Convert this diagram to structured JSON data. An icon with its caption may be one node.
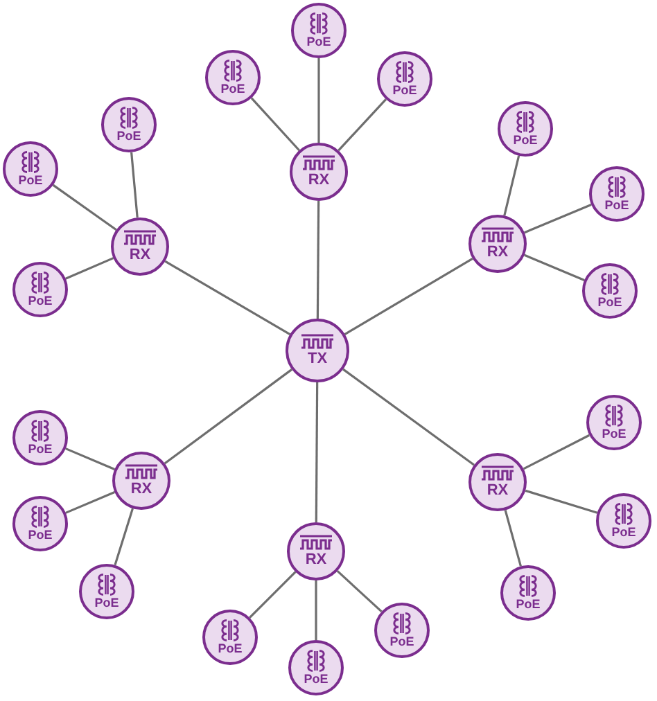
{
  "diagram": {
    "nodes": [
      {
        "text": [
          "TX"
        ]
      },
      {
        "text": [
          "RX"
        ]
      },
      {
        "text": [
          "PoE"
        ]
      },
      {
        "text": [
          "PoE"
        ]
      },
      {
        "text": [
          "PoE"
        ]
      },
      {
        "text": [
          "RX"
        ]
      },
      {
        "text": [
          "PoE"
        ]
      },
      {
        "text": [
          "PoE"
        ]
      },
      {
        "text": [
          "PoE"
        ]
      },
      {
        "text": [
          "RX"
        ]
      },
      {
        "text": [
          "PoE"
        ]
      },
      {
        "text": [
          "PoE"
        ]
      },
      {
        "text": [
          "PoE"
        ]
      },
      {
        "text": [
          "RX"
        ]
      },
      {
        "text": [
          "PoE"
        ]
      },
      {
        "text": [
          "PoE"
        ]
      },
      {
        "text": [
          "PoE"
        ]
      },
      {
        "text": [
          "RX"
        ]
      },
      {
        "text": [
          "PoE"
        ]
      },
      {
        "text": [
          "PoE"
        ]
      },
      {
        "text": [
          "PoE"
        ]
      },
      {
        "text": [
          "RX"
        ]
      },
      {
        "text": [
          "PoE"
        ]
      },
      {
        "text": [
          "PoE"
        ]
      },
      {
        "text": [
          "PoE"
        ]
      }
    ],
    "edges": [
      {
        "from": 0,
        "to": 1,
        "arrow": "none"
      },
      {
        "from": 0,
        "to": 5,
        "arrow": "none"
      },
      {
        "from": 0,
        "to": 9,
        "arrow": "none"
      },
      {
        "from": 0,
        "to": 13,
        "arrow": "none"
      },
      {
        "from": 0,
        "to": 17,
        "arrow": "none"
      },
      {
        "from": 0,
        "to": 21,
        "arrow": "none"
      },
      {
        "from": 1,
        "to": 2,
        "arrow": "none"
      },
      {
        "from": 1,
        "to": 3,
        "arrow": "none"
      },
      {
        "from": 1,
        "to": 4,
        "arrow": "none"
      },
      {
        "from": 5,
        "to": 6,
        "arrow": "none"
      },
      {
        "from": 5,
        "to": 7,
        "arrow": "none"
      },
      {
        "from": 5,
        "to": 8,
        "arrow": "none"
      },
      {
        "from": 9,
        "to": 10,
        "arrow": "none"
      },
      {
        "from": 9,
        "to": 11,
        "arrow": "none"
      },
      {
        "from": 9,
        "to": 12,
        "arrow": "none"
      },
      {
        "from": 13,
        "to": 14,
        "arrow": "none"
      },
      {
        "from": 13,
        "to": 15,
        "arrow": "none"
      },
      {
        "from": 13,
        "to": 16,
        "arrow": "none"
      },
      {
        "from": 17,
        "to": 18,
        "arrow": "none"
      },
      {
        "from": 17,
        "to": 19,
        "arrow": "none"
      },
      {
        "from": 17,
        "to": 20,
        "arrow": "none"
      },
      {
        "from": 21,
        "to": 22,
        "arrow": "none"
      },
      {
        "from": 21,
        "to": 23,
        "arrow": "none"
      },
      {
        "from": 21,
        "to": 24,
        "arrow": "none"
      }
    ]
  }
}
